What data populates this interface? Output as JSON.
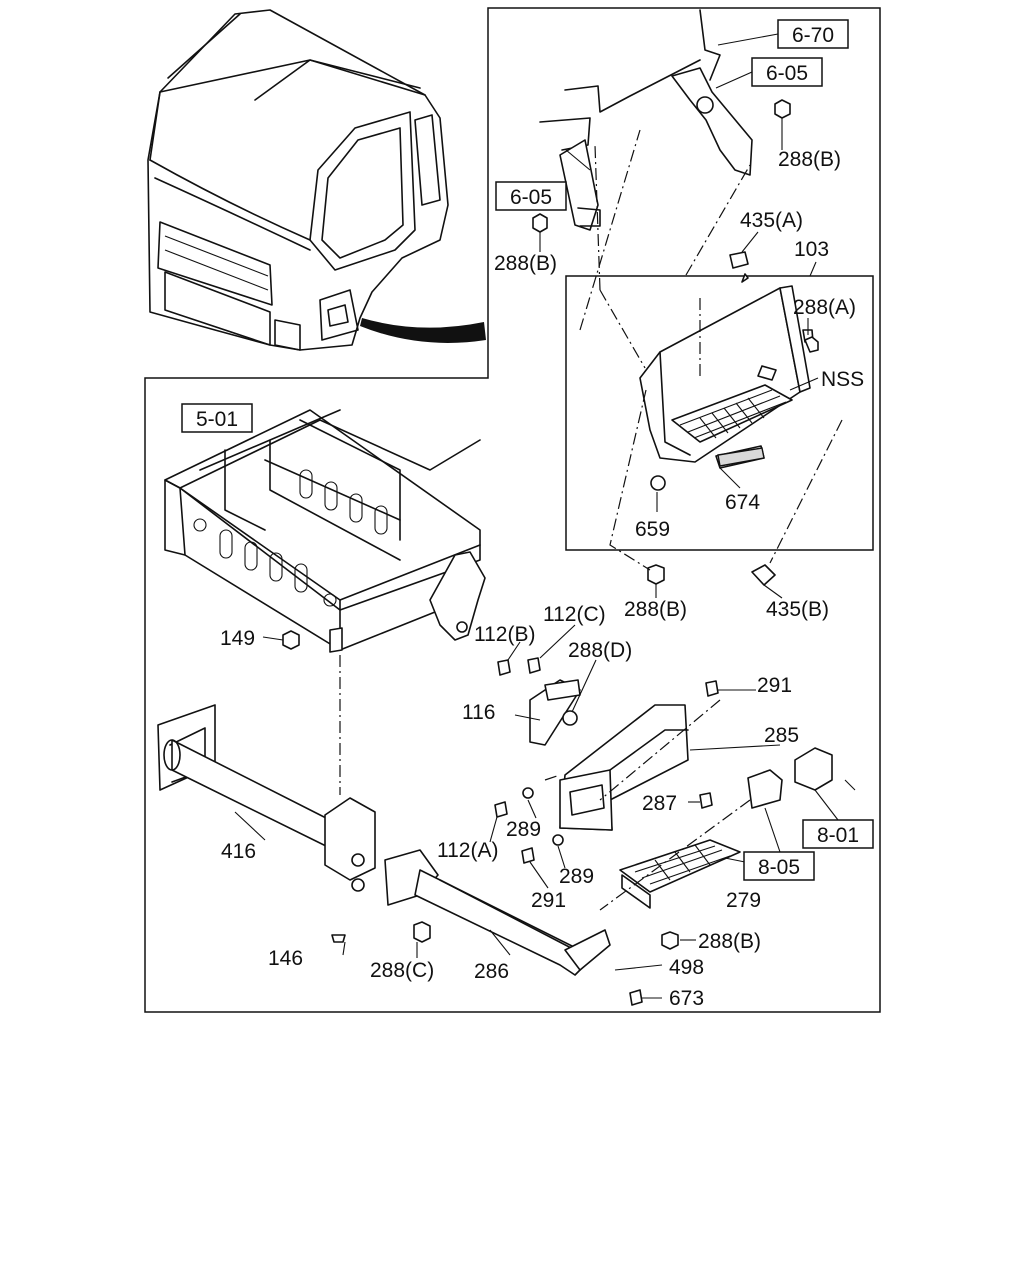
{
  "diagram": {
    "callouts": {
      "r670": "6-70",
      "r605a": "6-05",
      "r605b": "6-05",
      "r501": "5-01",
      "r801": "8-01",
      "r805": "8-05"
    },
    "parts": {
      "p288b_1": "288(B)",
      "p288b_2": "288(B)",
      "p435a": "435(A)",
      "p103": "103",
      "p288a": "288(A)",
      "nss": "NSS",
      "p659": "659",
      "p674": "674",
      "p288b_3": "288(B)",
      "p435b": "435(B)",
      "p149": "149",
      "p112c": "112(C)",
      "p112b": "112(B)",
      "p288d": "288(D)",
      "p291a": "291",
      "p116": "116",
      "p285": "285",
      "p287": "287",
      "p289a": "289",
      "p112a": "112(A)",
      "p289b": "289",
      "p416": "416",
      "p291b": "291",
      "p279": "279",
      "p288b_4": "288(B)",
      "p146": "146",
      "p288c": "288(C)",
      "p286": "286",
      "p498": "498",
      "p673": "673"
    }
  }
}
